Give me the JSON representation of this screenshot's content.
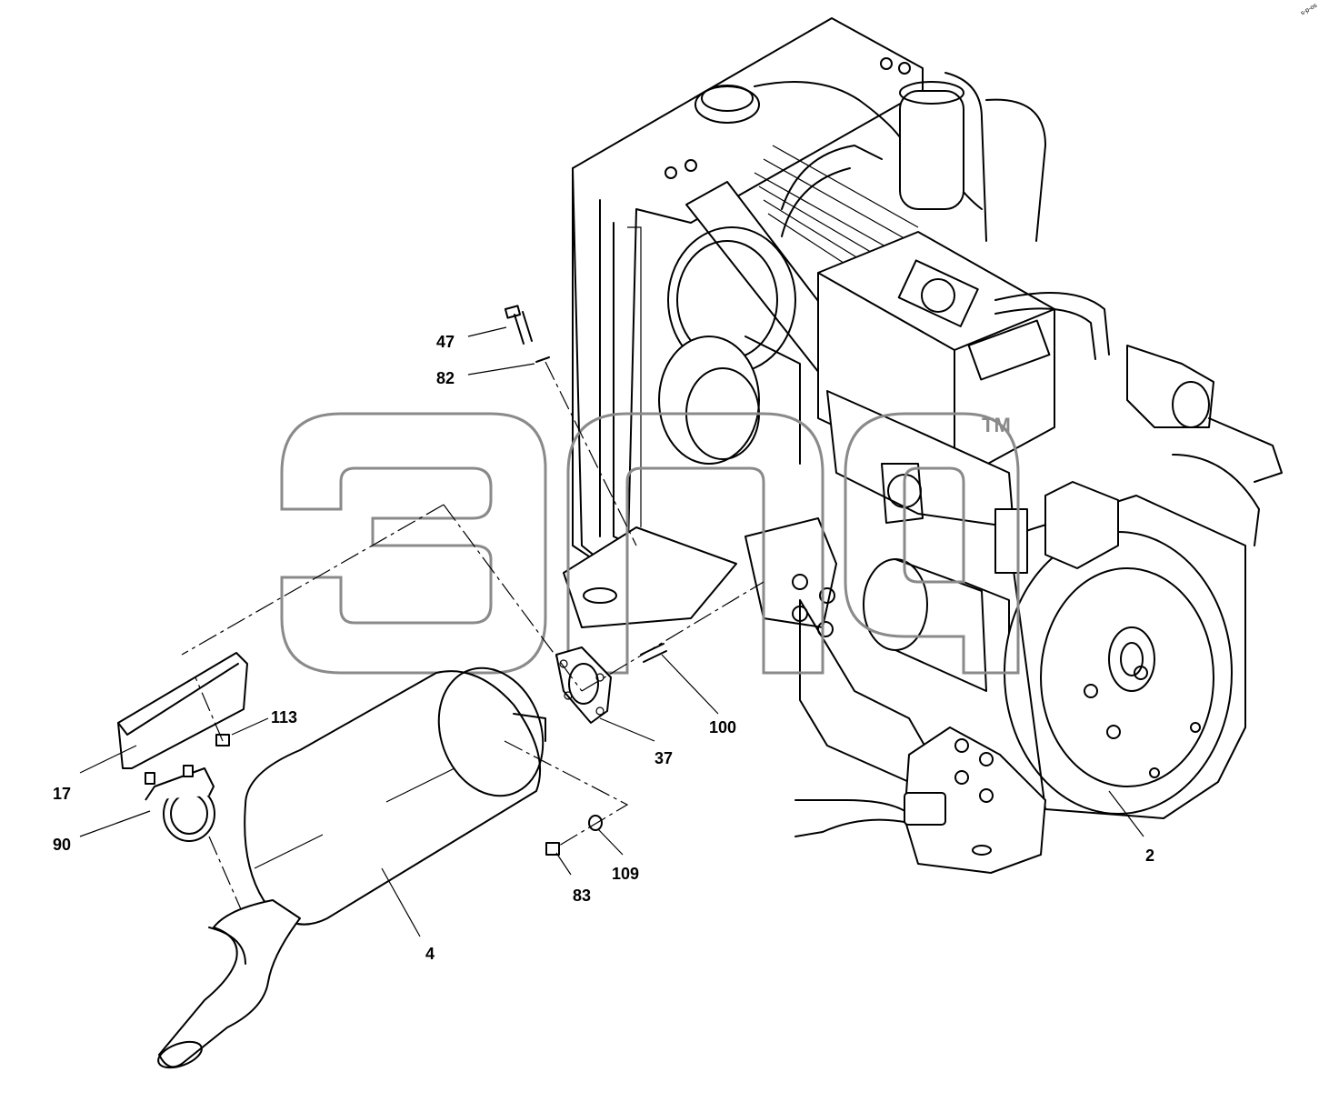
{
  "watermark": {
    "trademark": "TM"
  },
  "corner_code": "s-p-os",
  "callouts": [
    {
      "id": "c47",
      "label": "47"
    },
    {
      "id": "c82",
      "label": "82"
    },
    {
      "id": "c113",
      "label": "113"
    },
    {
      "id": "c17",
      "label": "17"
    },
    {
      "id": "c90",
      "label": "90"
    },
    {
      "id": "c37",
      "label": "37"
    },
    {
      "id": "c100",
      "label": "100"
    },
    {
      "id": "c109",
      "label": "109"
    },
    {
      "id": "c83",
      "label": "83"
    },
    {
      "id": "c4",
      "label": "4"
    },
    {
      "id": "c2",
      "label": "2"
    }
  ]
}
